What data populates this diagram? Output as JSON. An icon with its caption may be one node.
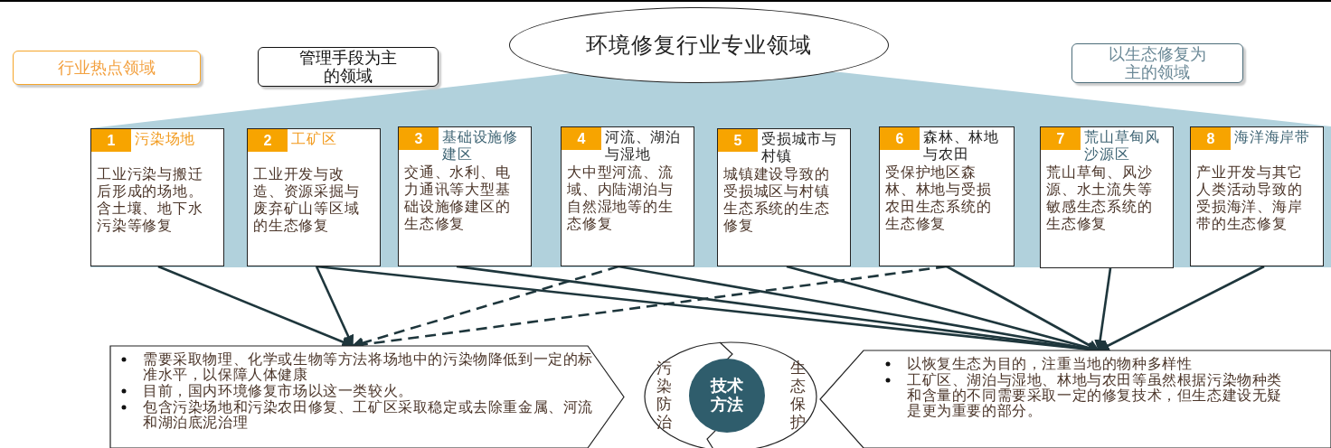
{
  "diagram": {
    "nodes": [
      {
        "text": [
          "行业热点领域"
        ]
      },
      {
        "text": [
          "管理手段为主的领域"
        ]
      },
      {
        "text": [
          "环境修复行业专业领域"
        ]
      },
      {
        "text": [
          "以生态修复为主的领域"
        ]
      },
      {
        "text": [
          "1",
          "污染场地",
          "工业污染与搬迁后形成的场地。含土壤、地下水污染等修复"
        ]
      },
      {
        "text": [
          "2",
          "工矿区",
          "工业开发与改造、资源采掘与废弃矿山等区域的生态修复"
        ]
      },
      {
        "text": [
          "3",
          "基础设施修建区",
          "交通、水利、电力通讯等大型基础设施修建区的生态修复"
        ]
      },
      {
        "text": [
          "4",
          "河流、湖泊与湿地",
          "大中型河流、流域、内陆湖泊与自然湿地等的生态修复"
        ]
      },
      {
        "text": [
          "5",
          "受损城市与村镇",
          "城镇建设导致的受损城区与村镇生态系统的生态修复"
        ]
      },
      {
        "text": [
          "6",
          "森林、林地与农田",
          "受保护地区森林、林地与受损农田生态系统的生态修复"
        ]
      },
      {
        "text": [
          "7",
          "荒山草甸风沙源区",
          "荒山草甸、风沙源、水土流失等敏感生态系统的生态修复"
        ]
      },
      {
        "text": [
          "8",
          "海洋海岸带",
          "产业开发与其它人类活动导致的受损海洋、海岸带的生态修复"
        ]
      },
      {
        "text": [
          "需要采取物理、化学或生物等方法将场地中的污染物降低到一定的标准水平，以保障人体健康",
          "目前，国内环境修复市场以这一类较火。",
          "包含污染场地和污染农田修复、工矿区采取稳定或去除重金属、河流和湖泊底泥治理"
        ]
      },
      {
        "text": [
          "污染防治",
          "生态保护"
        ]
      },
      {
        "text": [
          "技术方法"
        ],
        "in": 13
      },
      {
        "text": [
          "以恢复生态为目的，注重当地的物种多样性",
          "工矿区、湖泊与湿地、林地与农田等虽然根据污染物种类和含量的不同需要采取一定的修复技术，但生态建设无疑是更为重要的部分。"
        ]
      }
    ],
    "edges": [
      {
        "from": 4,
        "to": 12,
        "arrow": "to"
      },
      {
        "from": 5,
        "to": 12,
        "arrow": "to"
      },
      {
        "from": 7,
        "to": 12,
        "arrow": "to",
        "style": "dashed"
      },
      {
        "from": 9,
        "to": 12,
        "arrow": "to",
        "style": "dashed"
      },
      {
        "from": 5,
        "to": 15,
        "arrow": "to"
      },
      {
        "from": 6,
        "to": 15,
        "arrow": "to"
      },
      {
        "from": 7,
        "to": 15,
        "arrow": "to"
      },
      {
        "from": 8,
        "to": 15,
        "arrow": "to"
      },
      {
        "from": 9,
        "to": 15,
        "arrow": "to"
      },
      {
        "from": 10,
        "to": 15,
        "arrow": "to"
      },
      {
        "from": 11,
        "to": 15,
        "arrow": "to"
      }
    ]
  }
}
